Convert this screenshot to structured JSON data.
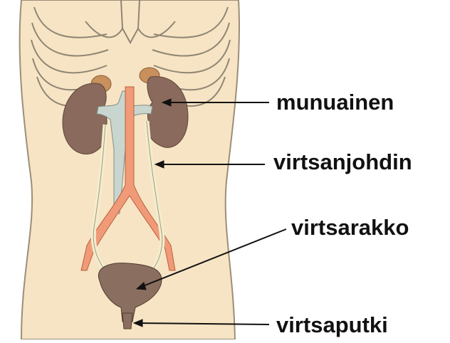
{
  "labels": {
    "kidney": "munuainen",
    "ureter": "virtsanjohdin",
    "bladder": "virtsarakko",
    "urethra": "virtsaputki"
  },
  "colors": {
    "skin": "#f7e4c4",
    "skin_outline": "#9c8e78",
    "rib": "#fbf2e3",
    "rib_outline": "#8f8674",
    "kidney": "#8a6a5c",
    "kidney_cap": "#c98f5c",
    "artery": "#f09a78",
    "vein": "#c9d6cf",
    "ureter": "#f2edcf",
    "bladder": "#8a6e60",
    "leader": "#111111"
  }
}
